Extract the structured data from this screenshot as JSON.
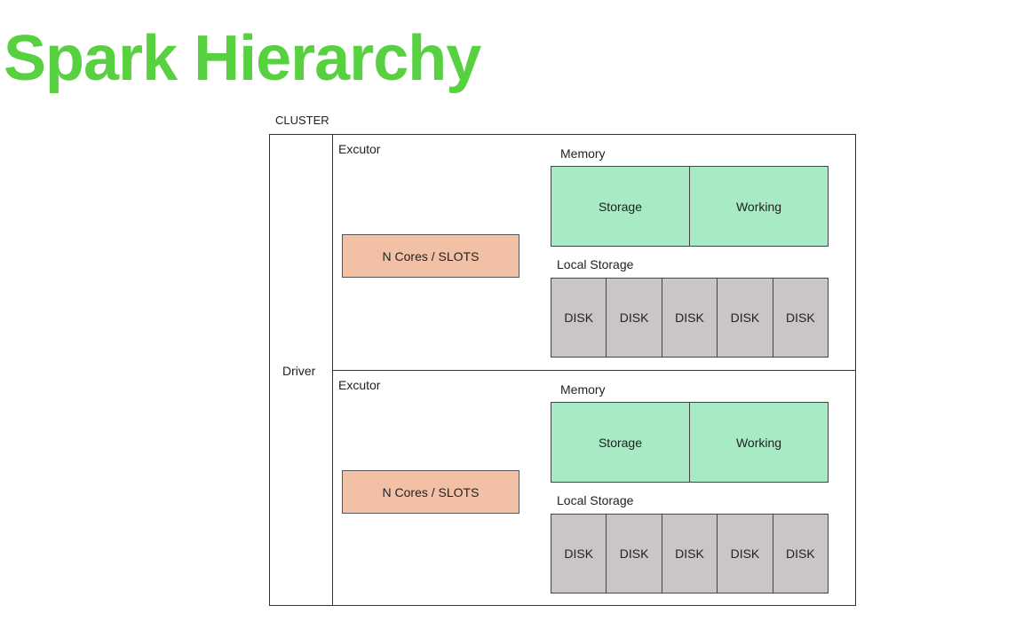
{
  "title": "Spark Hierarchy",
  "cluster_label": "CLUSTER",
  "driver_label": "Driver",
  "executors": [
    {
      "label": "Excutor",
      "cores_label": "N Cores / SLOTS",
      "memory_label": "Memory",
      "memory_cells": [
        "Storage",
        "Working"
      ],
      "local_storage_label": "Local Storage",
      "disks": [
        "DISK",
        "DISK",
        "DISK",
        "DISK",
        "DISK"
      ]
    },
    {
      "label": "Excutor",
      "cores_label": "N Cores / SLOTS",
      "memory_label": "Memory",
      "memory_cells": [
        "Storage",
        "Working"
      ],
      "local_storage_label": "Local Storage",
      "disks": [
        "DISK",
        "DISK",
        "DISK",
        "DISK",
        "DISK"
      ]
    }
  ],
  "colors": {
    "title": "#57d13f",
    "cores": "#f2c1a5",
    "memory": "#a7eac4",
    "disk": "#cbc6c6"
  }
}
